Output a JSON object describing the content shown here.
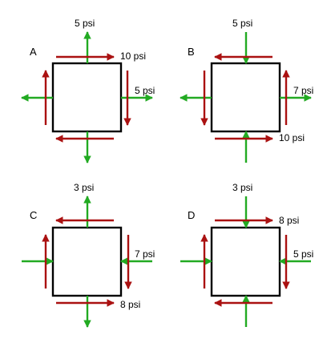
{
  "colors": {
    "normal": "#22aa22",
    "shear": "#aa1111",
    "box": "#000000"
  },
  "panels": [
    {
      "label": "A",
      "normal_label": "5 psi",
      "shear_label": "10 psi",
      "side_label": "5 psi",
      "vertical_normal": "tension",
      "horizontal_normal": "tension",
      "shear": "top-right"
    },
    {
      "label": "B",
      "normal_label": "5 psi",
      "shear_label": "10 psi",
      "side_label": "7 psi",
      "vertical_normal": "compression",
      "horizontal_normal": "tension",
      "shear": "top-left"
    },
    {
      "label": "C",
      "normal_label": "3 psi",
      "shear_label": "8 psi",
      "side_label": "7 psi",
      "vertical_normal": "tension",
      "horizontal_normal": "compression",
      "shear": "top-left"
    },
    {
      "label": "D",
      "normal_label": "3 psi",
      "shear_label": "8 psi",
      "side_label": "5 psi",
      "vertical_normal": "compression",
      "horizontal_normal": "compression",
      "shear": "top-right"
    }
  ]
}
